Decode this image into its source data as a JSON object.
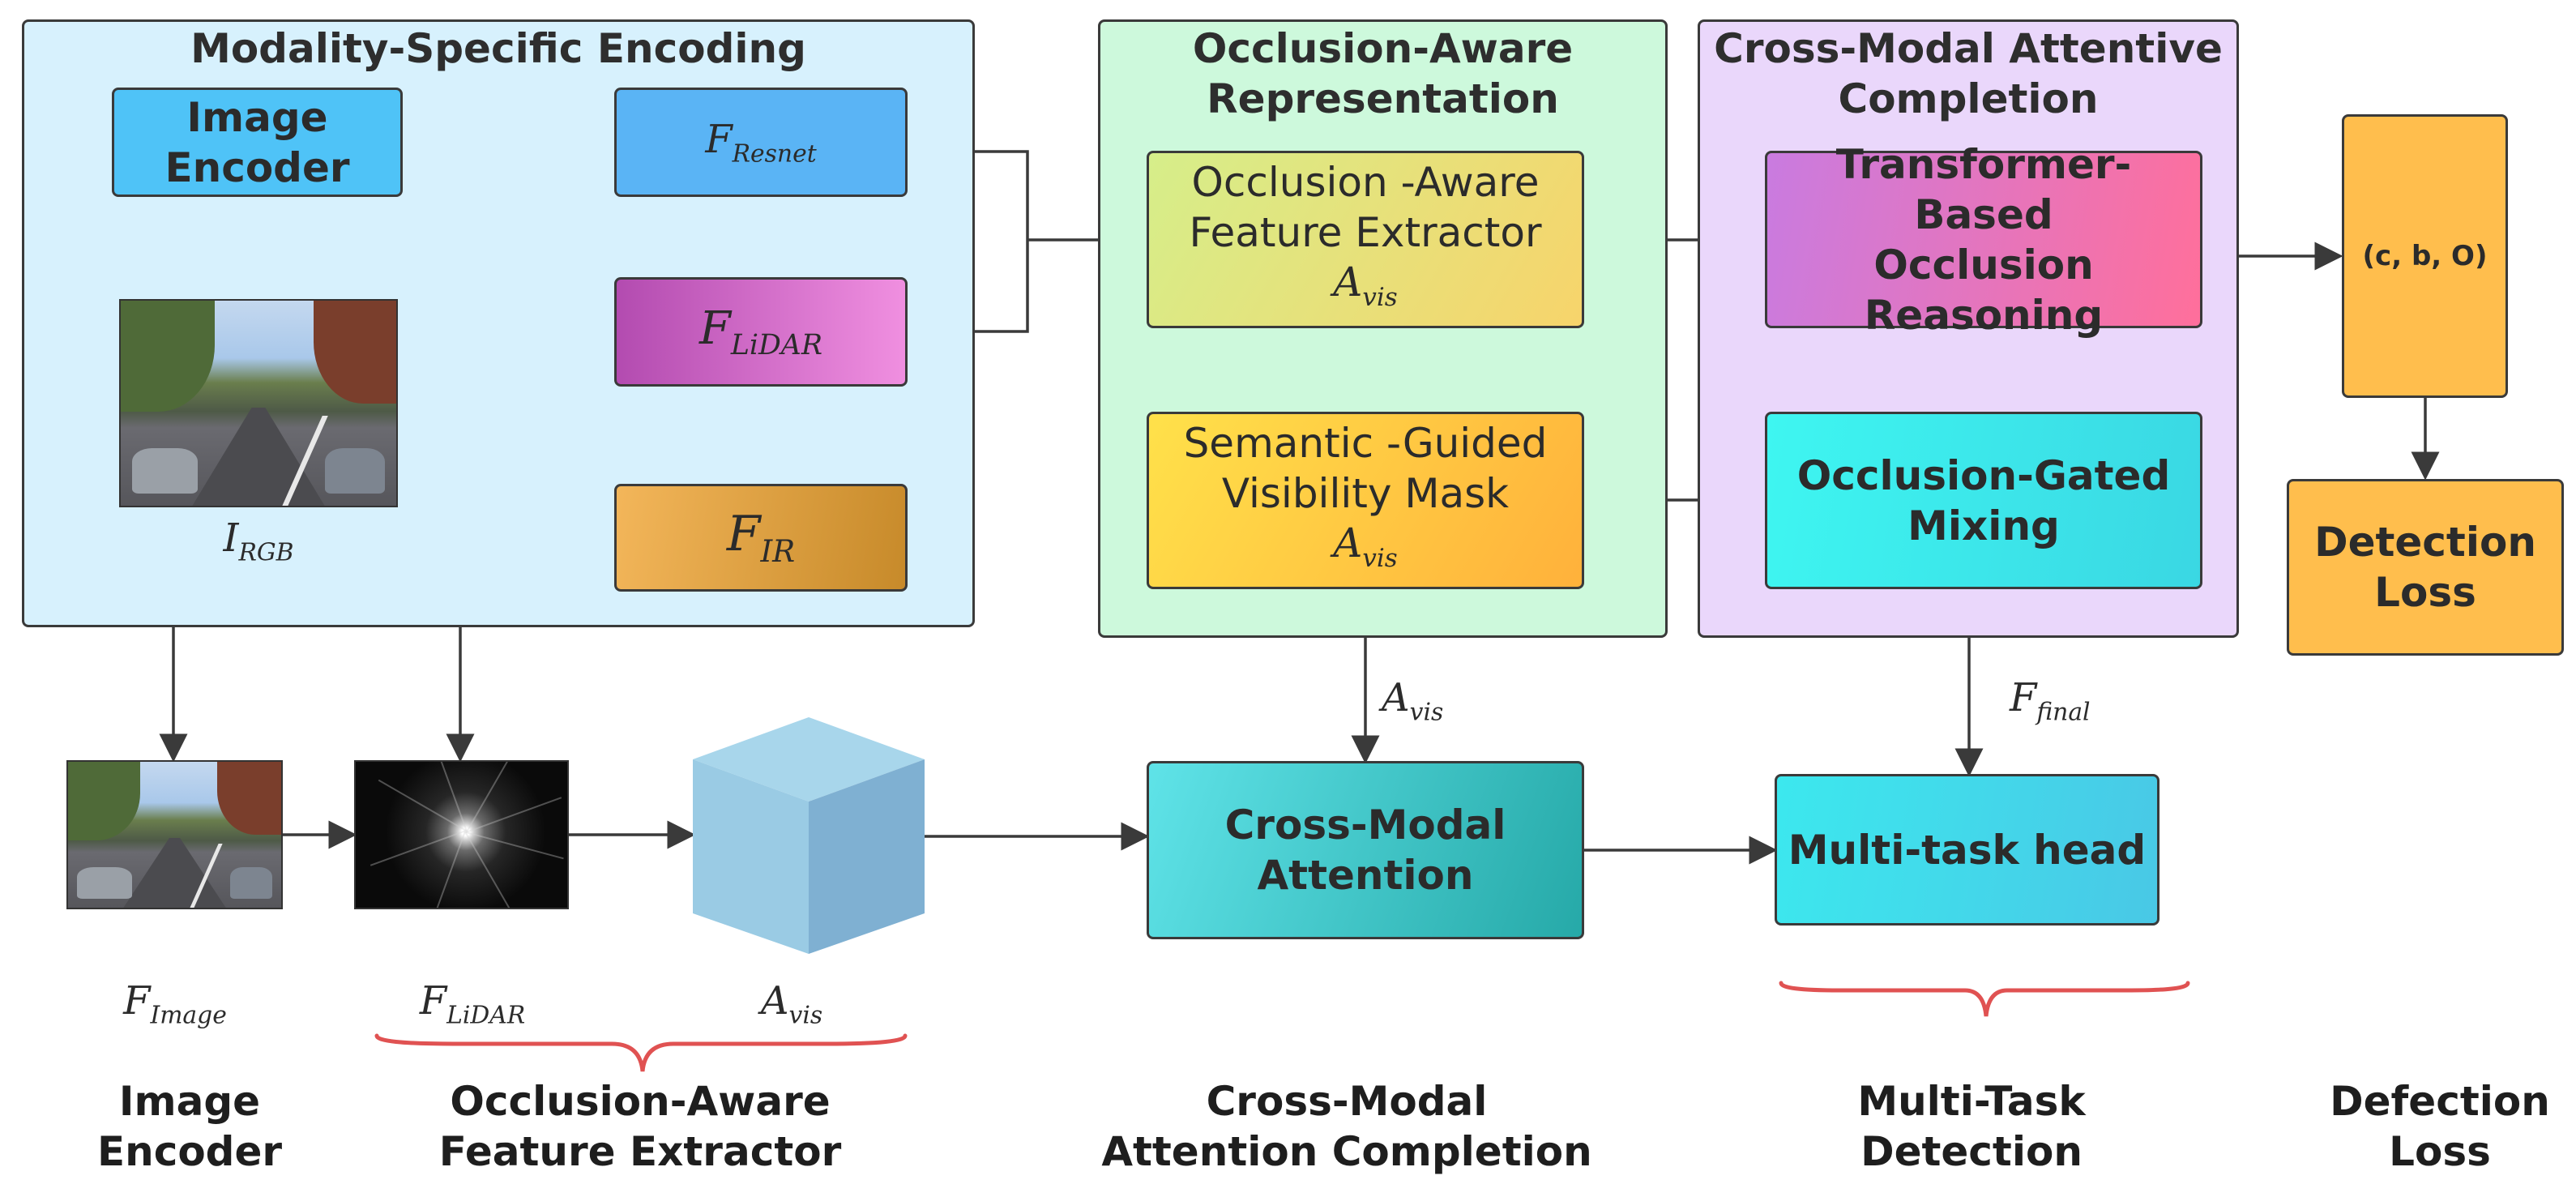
{
  "panels": {
    "encoding": {
      "title": "Modality-Specific  Encoding",
      "fill": "#d7f1fd"
    },
    "occlusion": {
      "title": "Occlusion-Aware\nRepresentation",
      "fill": "#cdf9dc"
    },
    "crossmodal": {
      "title": "Cross-Modal Attentive\nCompletion",
      "fill": "#ead7fb"
    }
  },
  "boxes": {
    "image_encoder": "Image\nEncoder",
    "occ_feature_extractor": "Occlusion -Aware\nFeature  Extractor",
    "semantic_mask": "Semantic -Guided\nVisibility  Mask",
    "transformer": "Transformer-Based\nOcclusion\nReasoning",
    "gated_mixing": "Occlusion-Gated\nMixing",
    "output": "(c, b, O)",
    "detection_loss": "Detection\nLoss",
    "cross_modal_attention": "Cross-Modal\nAttention",
    "multitask_head": "Multi-task head"
  },
  "symbols": {
    "f_resnet": {
      "base": "F",
      "sub": "Resnet"
    },
    "f_lidar": {
      "base": "F",
      "sub": "LiDAR"
    },
    "f_ir": {
      "base": "F",
      "sub": "IR"
    },
    "i_rgb": {
      "base": "I",
      "sub": "RGB"
    },
    "a_vis": {
      "base": "A",
      "sub": "vis"
    },
    "f_final": {
      "base": "F",
      "sub": "final"
    },
    "f_image": {
      "base": "F",
      "sub": "Image"
    }
  },
  "bottom_labels": {
    "image_encoder": "Image\nEncoder",
    "occlusion_extractor": "Occlusion-Aware\nFeature Extractor",
    "cross_modal": "Cross-Modal\nAttention Completion",
    "multitask": "Multi-Task\nDetection",
    "defection_loss": "Defection\nLoss"
  },
  "colors": {
    "encoder_box": "#4fc3f7",
    "resnet_box": "#5ab4f5",
    "lidar_box_from": "#b34bb0",
    "lidar_box_to": "#f08fe0",
    "ir_box_from": "#f3b65a",
    "ir_box_to": "#c78a2a",
    "occ_extractor_from": "#d6ee8a",
    "occ_extractor_to": "#f7d46b",
    "mask_from": "#ffe14a",
    "mask_to": "#ffb13b",
    "transformer_from": "#c97be0",
    "transformer_to": "#ff6f9b",
    "gated_from": "#3ef6f1",
    "gated_to": "#3ad7e3",
    "attention_from": "#5fe3e8",
    "attention_to": "#26a9a8",
    "head_from": "#3ce8ee",
    "head_to": "#49c8e6",
    "orange": "#ffbe4d",
    "cube_top": "#a8d6eb",
    "cube_front": "#8fc3df",
    "cube_side": "#7fb0d2",
    "brace": "#e05252",
    "line": "#3a3a3a"
  }
}
